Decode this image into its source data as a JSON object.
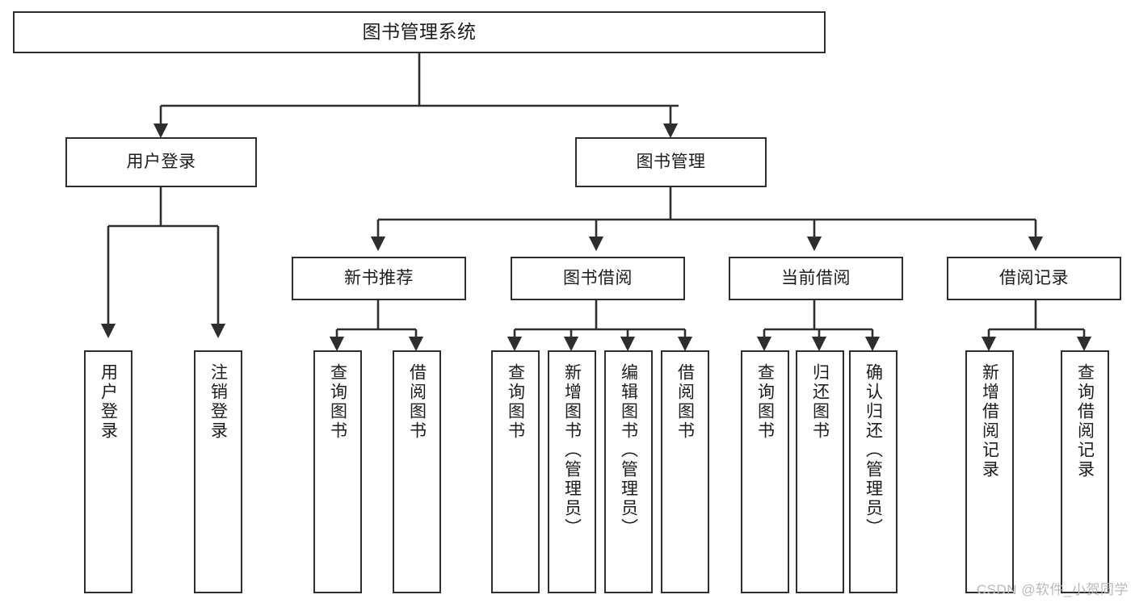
{
  "diagram": {
    "type": "tree-hierarchy",
    "title": "图书管理系统",
    "watermark": "CSDN @软件_小贺同学",
    "colors": {
      "box_border": "#2e2e2e",
      "box_fill": "#ffffff",
      "connector": "#2e2e2e",
      "text": "#1c1c1c",
      "watermark": "#b9b9b9",
      "background": "#ffffff"
    },
    "nodes": {
      "root": {
        "label": "图书管理系统",
        "orientation": "horizontal"
      },
      "level1": [
        {
          "id": "user-login",
          "label": "用户登录",
          "orientation": "horizontal"
        },
        {
          "id": "book-management",
          "label": "图书管理",
          "orientation": "horizontal"
        }
      ],
      "level2": [
        {
          "id": "new-book-recommend",
          "label": "新书推荐",
          "orientation": "horizontal"
        },
        {
          "id": "book-borrow",
          "label": "图书借阅",
          "orientation": "horizontal"
        },
        {
          "id": "current-borrow",
          "label": "当前借阅",
          "orientation": "horizontal"
        },
        {
          "id": "borrow-record",
          "label": "借阅记录",
          "orientation": "horizontal"
        }
      ],
      "leaves": [
        {
          "id": "leaf-user-login",
          "label": "用户登录",
          "parent": "user-login",
          "orientation": "vertical"
        },
        {
          "id": "leaf-user-logout",
          "label": "注销登录",
          "parent": "user-login",
          "orientation": "vertical"
        },
        {
          "id": "leaf-query-book-1",
          "label": "查询图书",
          "parent": "new-book-recommend",
          "orientation": "vertical"
        },
        {
          "id": "leaf-borrow-book-1",
          "label": "借阅图书",
          "parent": "new-book-recommend",
          "orientation": "vertical"
        },
        {
          "id": "leaf-query-book-2",
          "label": "查询图书",
          "parent": "book-borrow",
          "orientation": "vertical"
        },
        {
          "id": "leaf-add-book",
          "label": "新增图书（管理员）",
          "parent": "book-borrow",
          "orientation": "vertical"
        },
        {
          "id": "leaf-edit-book",
          "label": "编辑图书（管理员）",
          "parent": "book-borrow",
          "orientation": "vertical"
        },
        {
          "id": "leaf-borrow-book-2",
          "label": "借阅图书",
          "parent": "book-borrow",
          "orientation": "vertical"
        },
        {
          "id": "leaf-query-book-3",
          "label": "查询图书",
          "parent": "current-borrow",
          "orientation": "vertical"
        },
        {
          "id": "leaf-return-book",
          "label": "归还图书",
          "parent": "current-borrow",
          "orientation": "vertical"
        },
        {
          "id": "leaf-confirm-return",
          "label": "确认归还（管理员）",
          "parent": "current-borrow",
          "orientation": "vertical"
        },
        {
          "id": "leaf-add-record",
          "label": "新增借阅记录",
          "parent": "borrow-record",
          "orientation": "vertical"
        },
        {
          "id": "leaf-query-record",
          "label": "查询借阅记录",
          "parent": "borrow-record",
          "orientation": "vertical"
        }
      ]
    }
  }
}
